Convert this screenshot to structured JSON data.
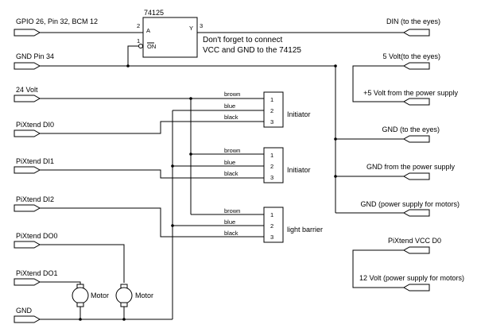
{
  "left_labels": {
    "gpio": "GPIO 26, Pin 32,  BCM 12",
    "gnd_pin34": "GND Pin 34",
    "v24": "24 Volt",
    "di0": "PiXtend DI0",
    "di1": "PiXtend DI1",
    "di2": "PiXtend DI2",
    "do0": "PiXtend DO0",
    "do1": "PiXtend DO1",
    "gnd": "GND"
  },
  "gate": {
    "name": "74125",
    "pin_a": "A",
    "pin_on": "ON",
    "pin_y": "Y",
    "pin2": "2",
    "pin1": "1",
    "pin3": "3",
    "note_line1": "Don't forget to connect",
    "note_line2": "VCC and GND to the 74125"
  },
  "right_labels": {
    "din": "DIN (to the eyes)",
    "v5": "5 Volt(to the eyes)",
    "v5_supply": "+5 Volt from the power supply",
    "gnd_eyes": "GND (to the eyes)",
    "gnd_supply": "GND from the power supply",
    "gnd_motors": "GND (power supply for motors)",
    "vcc_d0": "PiXtend VCC D0",
    "v12": "12 Volt  (power supply for motors)"
  },
  "sensors": [
    {
      "name": "Initiator",
      "wires": [
        "brown",
        "blue",
        "black"
      ],
      "pins": [
        "1",
        "2",
        "3"
      ]
    },
    {
      "name": "Initiator",
      "wires": [
        "brown",
        "blue",
        "black"
      ],
      "pins": [
        "1",
        "2",
        "3"
      ]
    },
    {
      "name": "light barrier",
      "wires": [
        "brown",
        "blue",
        "black"
      ],
      "pins": [
        "1",
        "2",
        "3"
      ]
    }
  ],
  "motors": [
    {
      "label": "Motor"
    },
    {
      "label": "Motor"
    }
  ]
}
